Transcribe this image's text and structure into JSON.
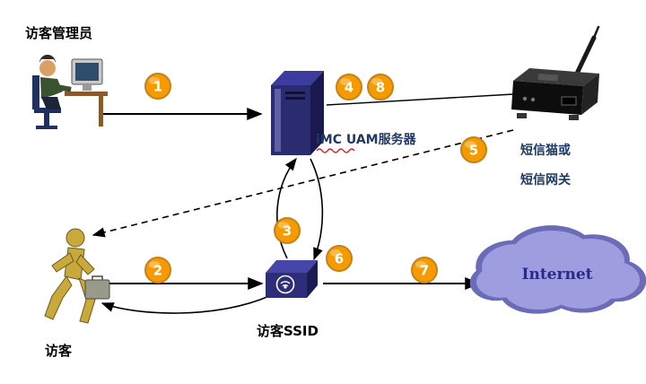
{
  "labels": {
    "admin": "访客管理员",
    "server": "iMC UAM服务器",
    "sms_line1": "短信猫或",
    "sms_line2": "短信网关",
    "visitor": "访客",
    "ap_ssid": "访客SSID",
    "internet": "Internet"
  },
  "steps": [
    "1",
    "2",
    "3",
    "4",
    "5",
    "6",
    "7",
    "8"
  ],
  "colors": {
    "badge_fill": "#F59B00",
    "badge_border": "#C5811B",
    "navy_text": "#1F3864",
    "internet_text": "#2A2A86",
    "cloud_fill": "#9D9DE0",
    "cloud_edge": "#6B6BB8",
    "server_front": "#2B2B72",
    "server_top": "#3C3C9E",
    "server_side": "#191950",
    "arrow": "#000000",
    "squiggle": "#EE0000"
  }
}
